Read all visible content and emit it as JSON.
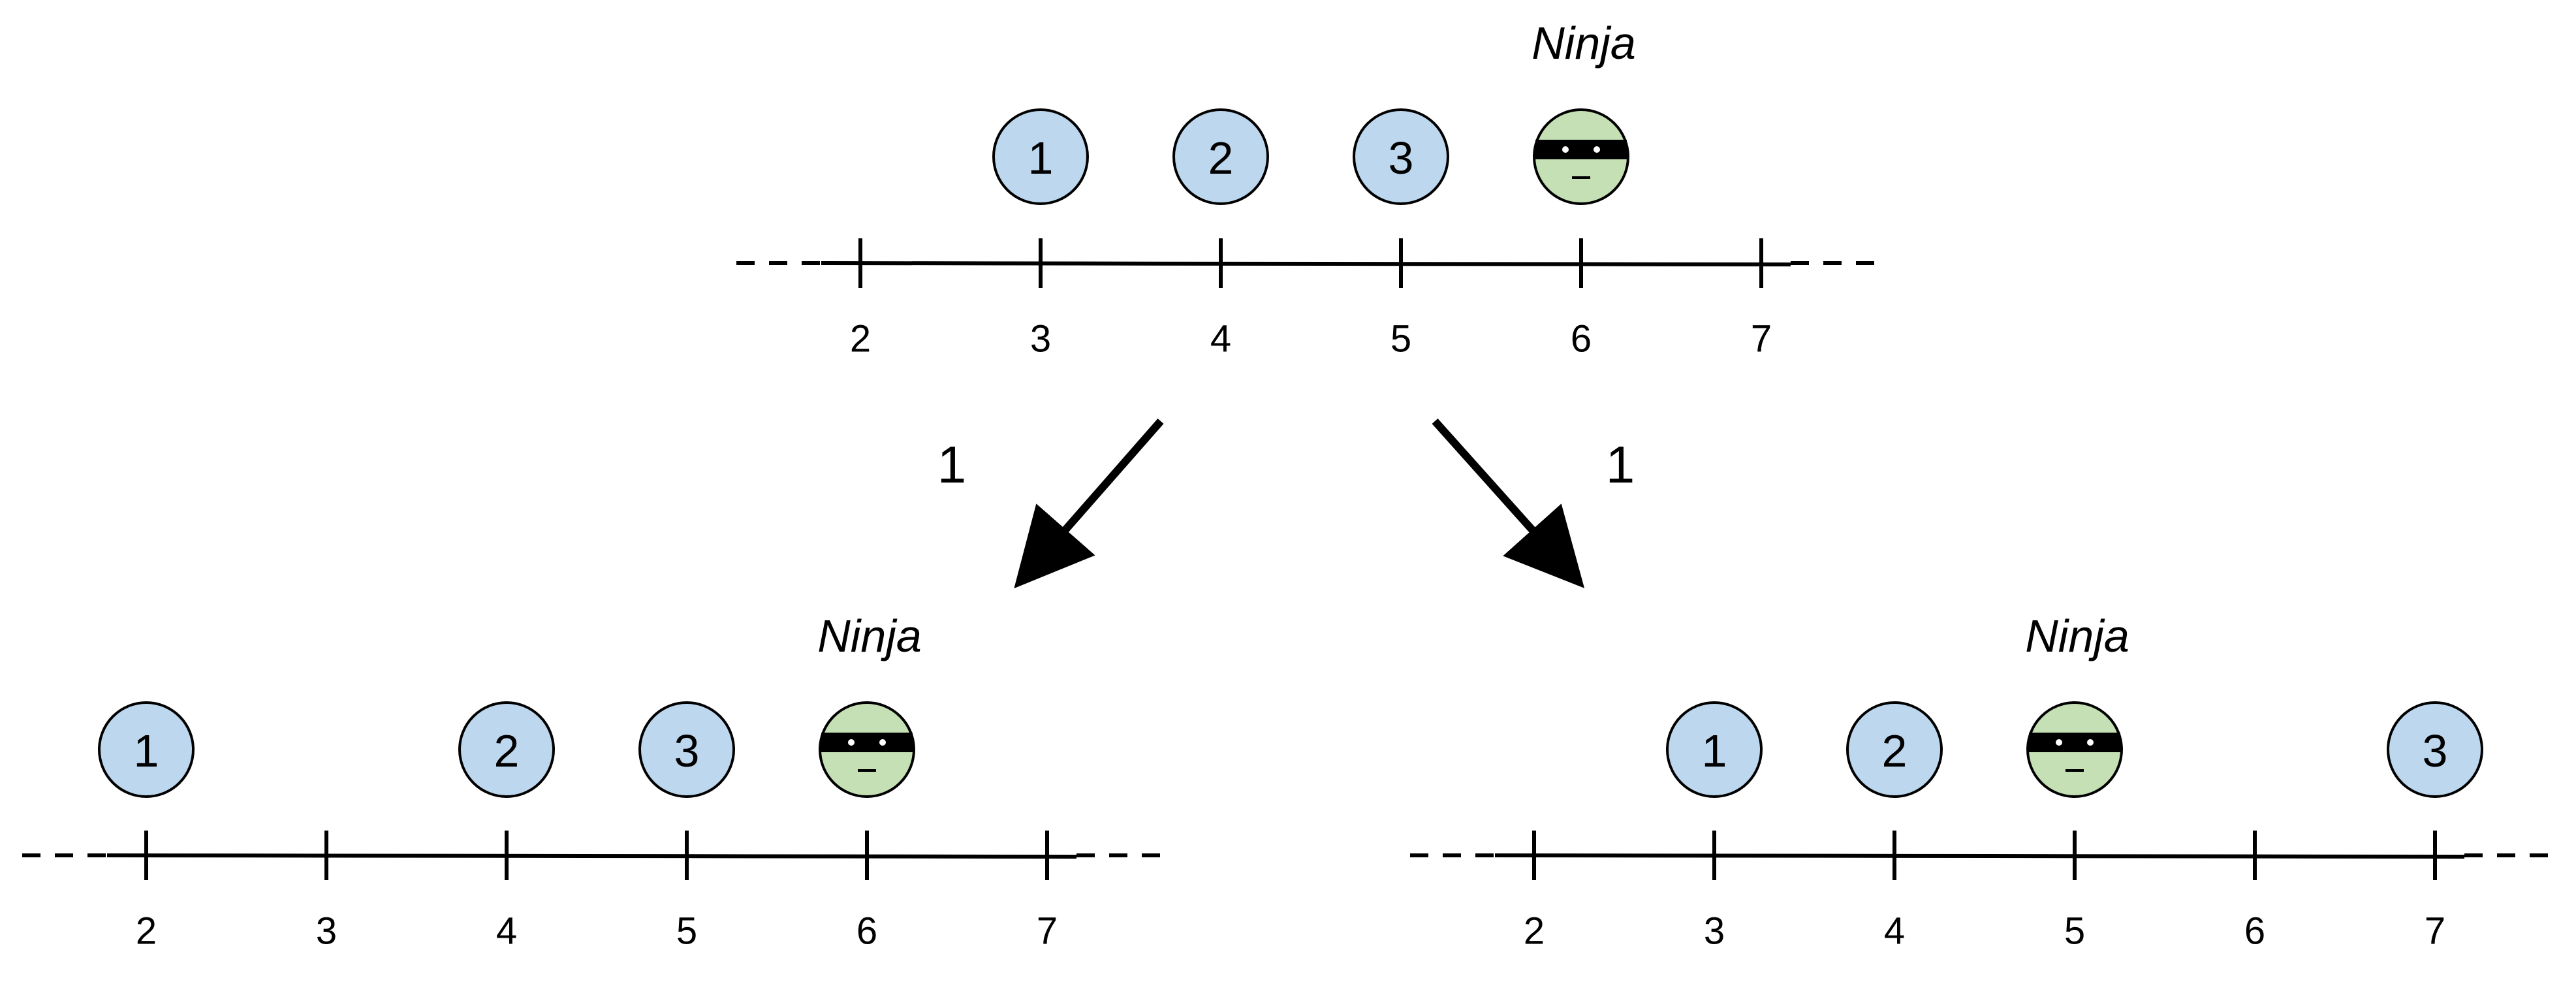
{
  "colors": {
    "ball_fill": "#bdd7ee",
    "ninja_fill": "#c5e0b4",
    "stroke": "#000000"
  },
  "panels": [
    {
      "id": "top",
      "ninja_label": "Ninja",
      "ticks": [
        "2",
        "3",
        "4",
        "5",
        "6",
        "7"
      ],
      "balls": [
        {
          "label": "1",
          "at": 3
        },
        {
          "label": "2",
          "at": 4
        },
        {
          "label": "3",
          "at": 5
        }
      ],
      "ninja_at": 6
    },
    {
      "id": "bottom-left",
      "ninja_label": "Ninja",
      "ticks": [
        "2",
        "3",
        "4",
        "5",
        "6",
        "7"
      ],
      "balls": [
        {
          "label": "1",
          "at": 2
        },
        {
          "label": "2",
          "at": 4
        },
        {
          "label": "3",
          "at": 5
        }
      ],
      "ninja_at": 6
    },
    {
      "id": "bottom-right",
      "ninja_label": "Ninja",
      "ticks": [
        "2",
        "3",
        "4",
        "5",
        "6",
        "7"
      ],
      "balls": [
        {
          "label": "1",
          "at": 3
        },
        {
          "label": "2",
          "at": 4
        },
        {
          "label": "3",
          "at": 7
        }
      ],
      "ninja_at": 5
    }
  ],
  "arrows": [
    {
      "id": "left",
      "label": "1",
      "icon": "arrow-down-left"
    },
    {
      "id": "right",
      "label": "1",
      "icon": "arrow-down-right"
    }
  ]
}
